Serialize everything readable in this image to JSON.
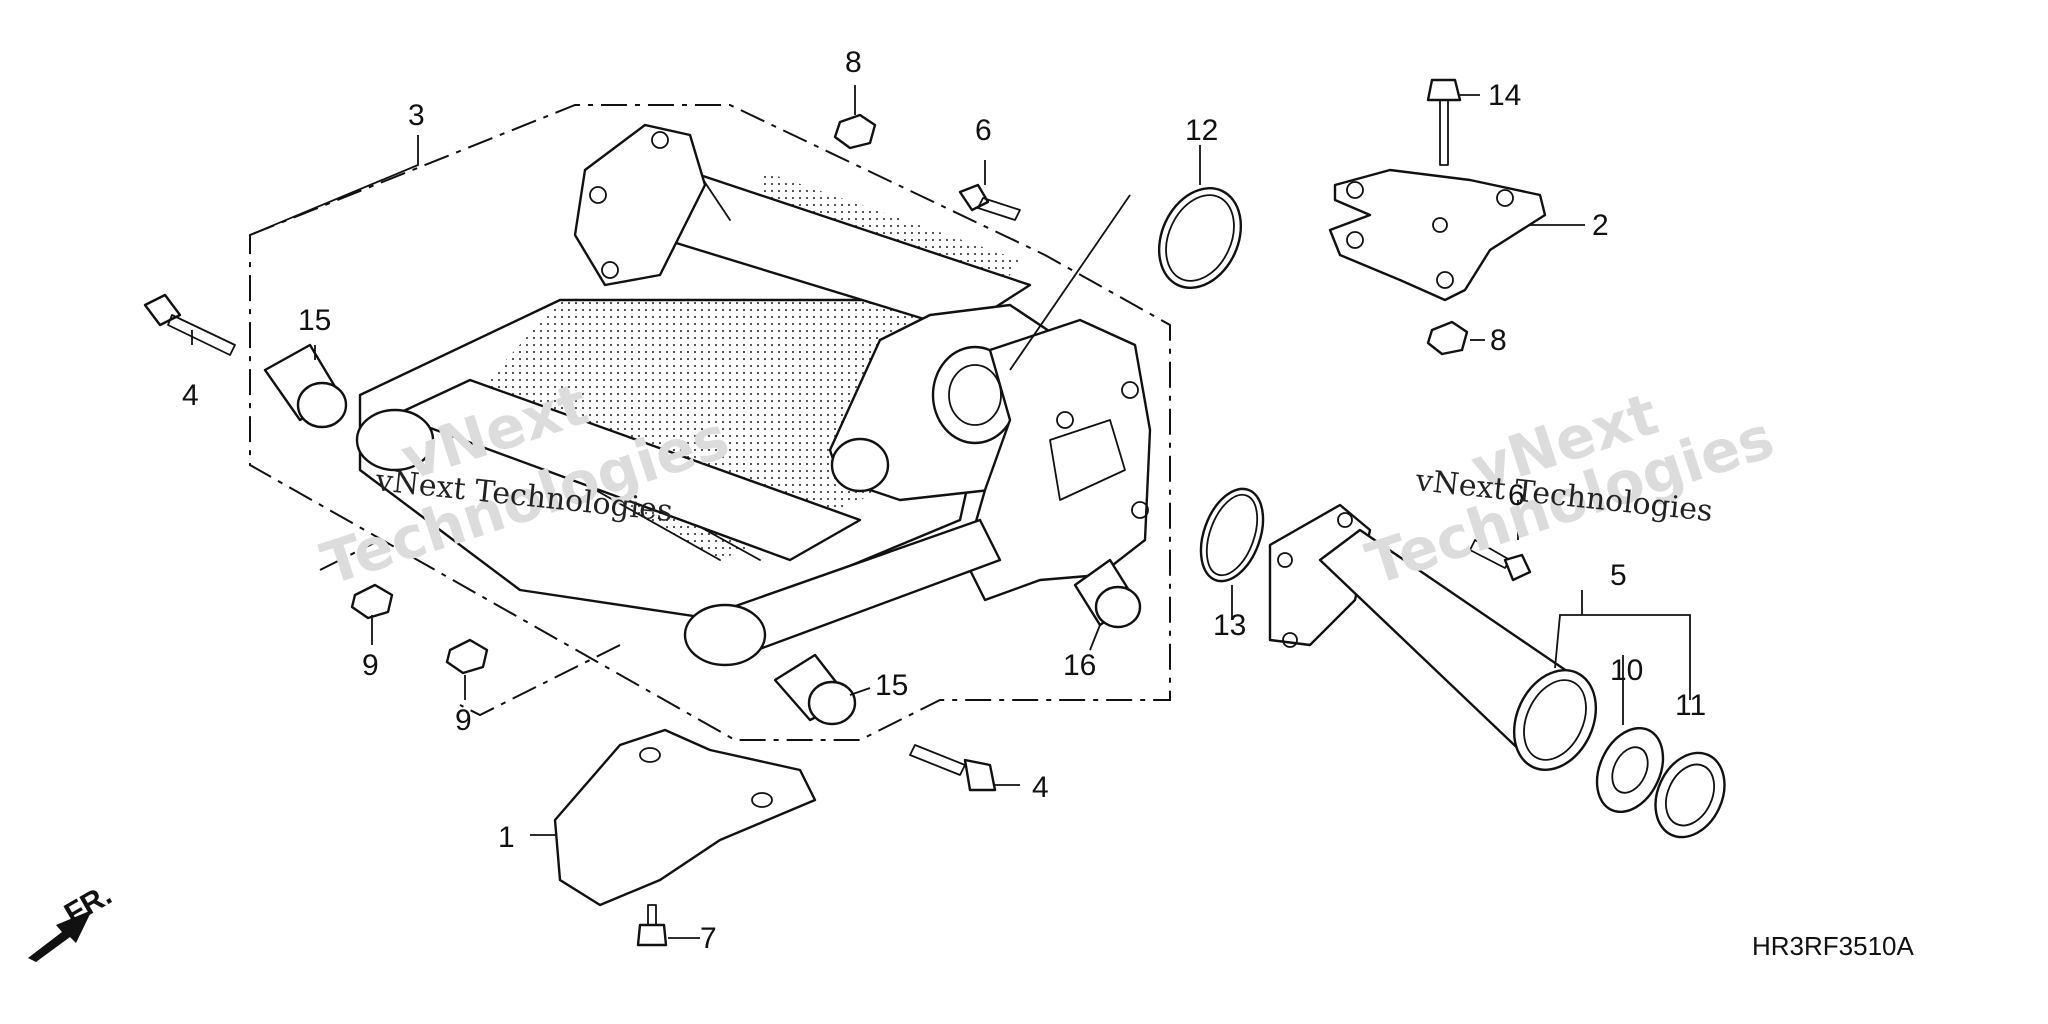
{
  "diagram": {
    "code": "HR3RF3510A",
    "direction_label": "FR.",
    "callouts": [
      "1",
      "2",
      "3",
      "4",
      "4",
      "5",
      "6",
      "6",
      "7",
      "8",
      "8",
      "9",
      "9",
      "10",
      "11",
      "12",
      "13",
      "14",
      "15",
      "15",
      "16"
    ],
    "watermarks": {
      "brand": "vNext",
      "company": "Technologies",
      "caption": "vNext Technologies"
    }
  }
}
